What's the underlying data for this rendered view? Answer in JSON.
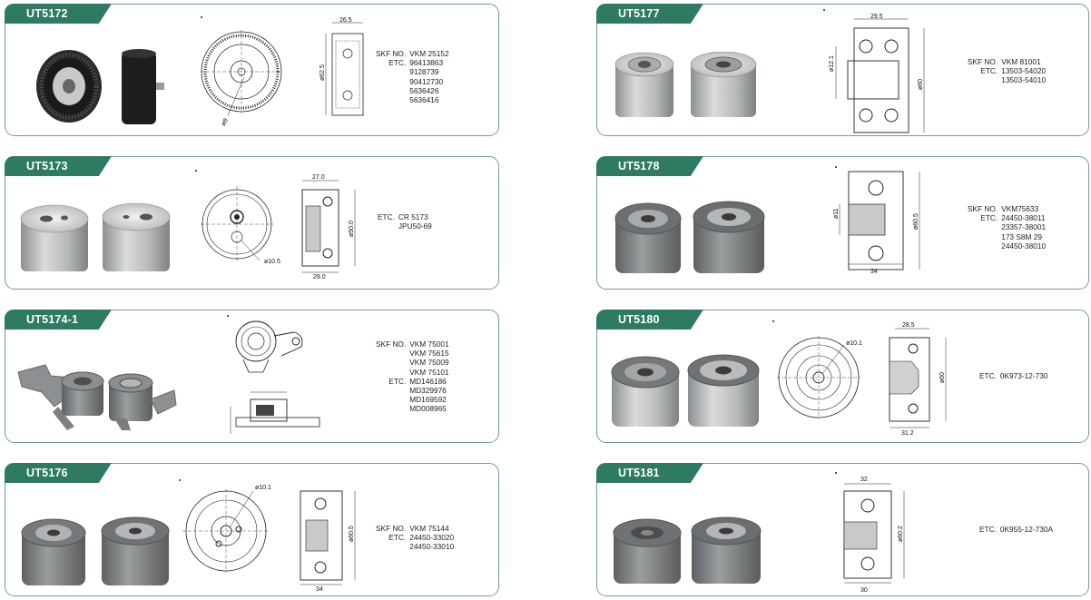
{
  "colors": {
    "accent": "#2e7a63",
    "border": "#6fa08a"
  },
  "products": [
    {
      "code": "UT5172",
      "refs": [
        {
          "label": "SKF NO.",
          "values": [
            "VKM 25152"
          ]
        },
        {
          "label": "ETC.",
          "values": [
            "96413863",
            "9128739",
            "90412730",
            "5636426",
            "5636416"
          ]
        }
      ],
      "dims": [
        "26.5",
        "ø62.5",
        "ø8"
      ]
    },
    {
      "code": "UT5177",
      "refs": [
        {
          "label": "SKF NO.",
          "values": [
            "VKM 81001"
          ]
        },
        {
          "label": "ETC.",
          "values": [
            "13503-54020",
            "13503-54010"
          ]
        }
      ],
      "dims": [
        "29.5",
        "ø12.1",
        "ø60"
      ]
    },
    {
      "code": "UT5173",
      "refs": [
        {
          "label": "ETC.",
          "values": [
            "CR 5173",
            "JPU50-69"
          ]
        }
      ],
      "dims": [
        "27.0",
        "ø50.0",
        "ø10.5",
        "29.0"
      ]
    },
    {
      "code": "UT5178",
      "refs": [
        {
          "label": "SKF NO.",
          "values": [
            "VKM75633"
          ]
        },
        {
          "label": "ETC.",
          "values": [
            "24450-38011",
            "23357-38001",
            "173 S8M 29",
            "24450-38010"
          ]
        }
      ],
      "dims": [
        "ø11",
        "ø60.5",
        "34"
      ]
    },
    {
      "code": "UT5174-1",
      "refs": [
        {
          "label": "SKF NO.",
          "values": [
            "VKM 75001",
            "VKM 75615",
            "VKM 75009",
            "VKM 75101"
          ]
        },
        {
          "label": "ETC.",
          "values": [
            "MD146186",
            "MD329976",
            "MD169592",
            "MD008965"
          ]
        }
      ],
      "dims": []
    },
    {
      "code": "UT5180",
      "refs": [
        {
          "label": "ETC.",
          "values": [
            "0K973-12-730"
          ]
        }
      ],
      "dims": [
        "ø10.1",
        "28.5",
        "ø60",
        "31.2"
      ]
    },
    {
      "code": "UT5176",
      "refs": [
        {
          "label": "SKF NO.",
          "values": [
            "VKM 75144"
          ]
        },
        {
          "label": "ETC.",
          "values": [
            "24450-33020",
            "24450-33010"
          ]
        }
      ],
      "dims": [
        "ø10.1",
        "ø60.5",
        "34"
      ]
    },
    {
      "code": "UT5181",
      "refs": [
        {
          "label": "ETC.",
          "values": [
            "0K955-12-730A"
          ]
        }
      ],
      "dims": [
        "32",
        "ø60.2",
        "30"
      ]
    }
  ]
}
